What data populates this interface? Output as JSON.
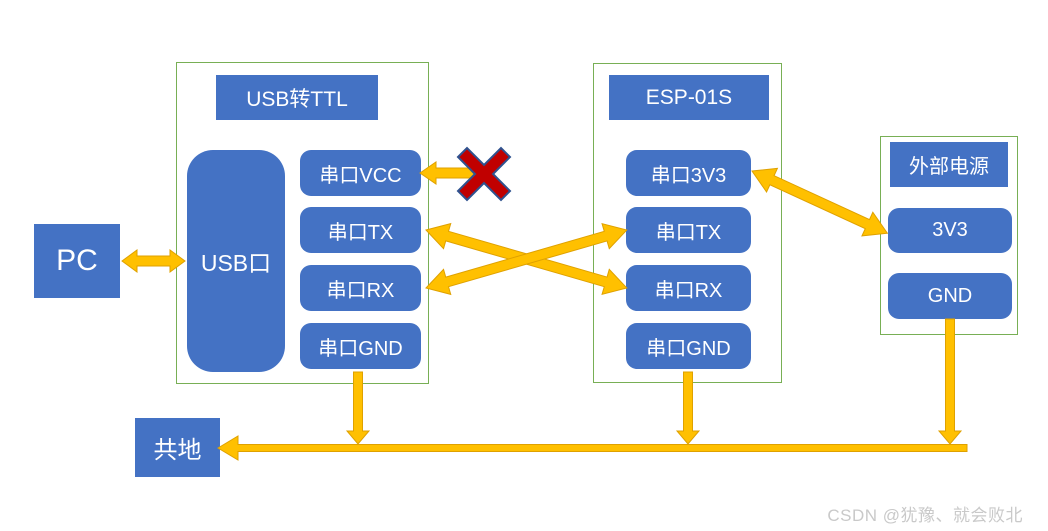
{
  "theme": {
    "box-blue": "#4472C4",
    "group-green": "#78AF55",
    "arrow-gold": "#FFC000",
    "arrow-gold-edge": "#DFA100",
    "x-red": "#C00000",
    "x-outline": "#2F528F",
    "watermark-gray": "#C9C9C9",
    "text-white": "#FFFFFF"
  },
  "diagram": {
    "pc": {
      "label": "PC"
    },
    "usb_ttl": {
      "title": "USB转TTL",
      "usb_port": "USB口",
      "ports": [
        "串口VCC",
        "串口TX",
        "串口RX",
        "串口GND"
      ]
    },
    "esp": {
      "title": "ESP-01S",
      "ports": [
        "串口3V3",
        "串口TX",
        "串口RX",
        "串口GND"
      ]
    },
    "power": {
      "title": "外部电源",
      "ports": [
        "3V3",
        "GND"
      ]
    },
    "ground": {
      "label": "共地"
    },
    "connections": [
      {
        "from": "PC",
        "to": "USB转TTL.USB口",
        "style": "double-arrow"
      },
      {
        "from": "USB转TTL.串口VCC",
        "to": "不连接",
        "style": "blocked-red-x"
      },
      {
        "from": "USB转TTL.串口TX",
        "to": "ESP-01S.串口RX",
        "style": "double-arrow"
      },
      {
        "from": "USB转TTL.串口RX",
        "to": "ESP-01S.串口TX",
        "style": "double-arrow"
      },
      {
        "from": "ESP-01S.串口3V3",
        "to": "外部电源.3V3",
        "style": "double-arrow"
      },
      {
        "from": "USB转TTL.串口GND",
        "to": "共地",
        "style": "arrow-down-to-bus"
      },
      {
        "from": "ESP-01S.串口GND",
        "to": "共地",
        "style": "arrow-down-to-bus"
      },
      {
        "from": "外部电源.GND",
        "to": "共地",
        "style": "arrow-down-to-bus"
      }
    ]
  },
  "watermark": {
    "text": "CSDN @犹豫、就会败北"
  }
}
